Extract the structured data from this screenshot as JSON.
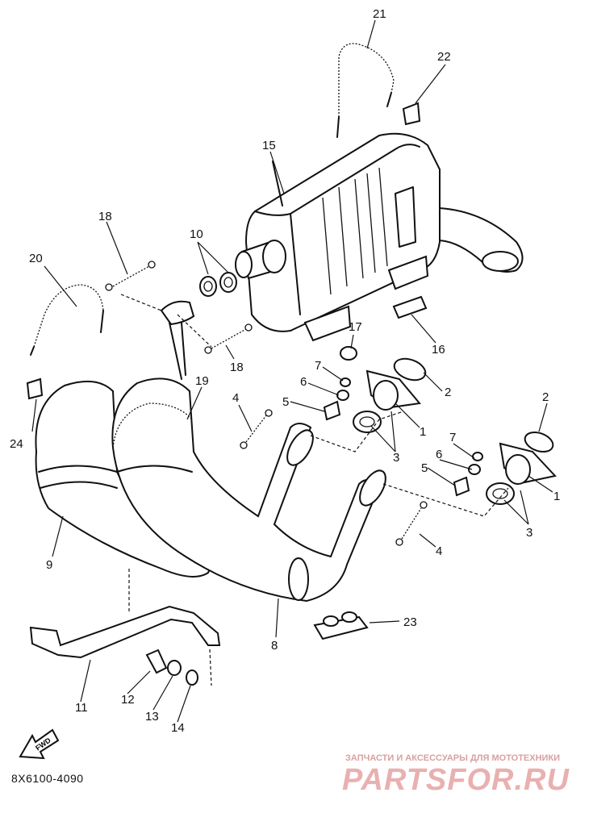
{
  "diagram": {
    "code": "8X6100-4090",
    "fwd_label": "FWD",
    "watermark": {
      "top_text": "ЗАПЧАСТИ И АКСЕССУАРЫ ДЛЯ МОТОТЕХНИКИ",
      "logo_text": "PARTSFOR.RU"
    },
    "callouts": [
      {
        "id": "c21",
        "text": "21"
      },
      {
        "id": "c22",
        "text": "22"
      },
      {
        "id": "c15",
        "text": "15"
      },
      {
        "id": "c18a",
        "text": "18"
      },
      {
        "id": "c10",
        "text": "10"
      },
      {
        "id": "c20",
        "text": "20"
      },
      {
        "id": "c17",
        "text": "17"
      },
      {
        "id": "c16",
        "text": "16"
      },
      {
        "id": "c18b",
        "text": "18"
      },
      {
        "id": "c7a",
        "text": "7"
      },
      {
        "id": "c6a",
        "text": "6"
      },
      {
        "id": "c2a",
        "text": "2"
      },
      {
        "id": "c19",
        "text": "19"
      },
      {
        "id": "c5a",
        "text": "5"
      },
      {
        "id": "c1a",
        "text": "1"
      },
      {
        "id": "c4a",
        "text": "4"
      },
      {
        "id": "c24",
        "text": "24"
      },
      {
        "id": "c3a",
        "text": "3"
      },
      {
        "id": "c2b",
        "text": "2"
      },
      {
        "id": "c7b",
        "text": "7"
      },
      {
        "id": "c6b",
        "text": "6"
      },
      {
        "id": "c5b",
        "text": "5"
      },
      {
        "id": "c1b",
        "text": "1"
      },
      {
        "id": "c3b",
        "text": "3"
      },
      {
        "id": "c4b",
        "text": "4"
      },
      {
        "id": "c9",
        "text": "9"
      },
      {
        "id": "c23",
        "text": "23"
      },
      {
        "id": "c8",
        "text": "8"
      },
      {
        "id": "c11",
        "text": "11"
      },
      {
        "id": "c12",
        "text": "12"
      },
      {
        "id": "c13",
        "text": "13"
      },
      {
        "id": "c14",
        "text": "14"
      }
    ]
  }
}
